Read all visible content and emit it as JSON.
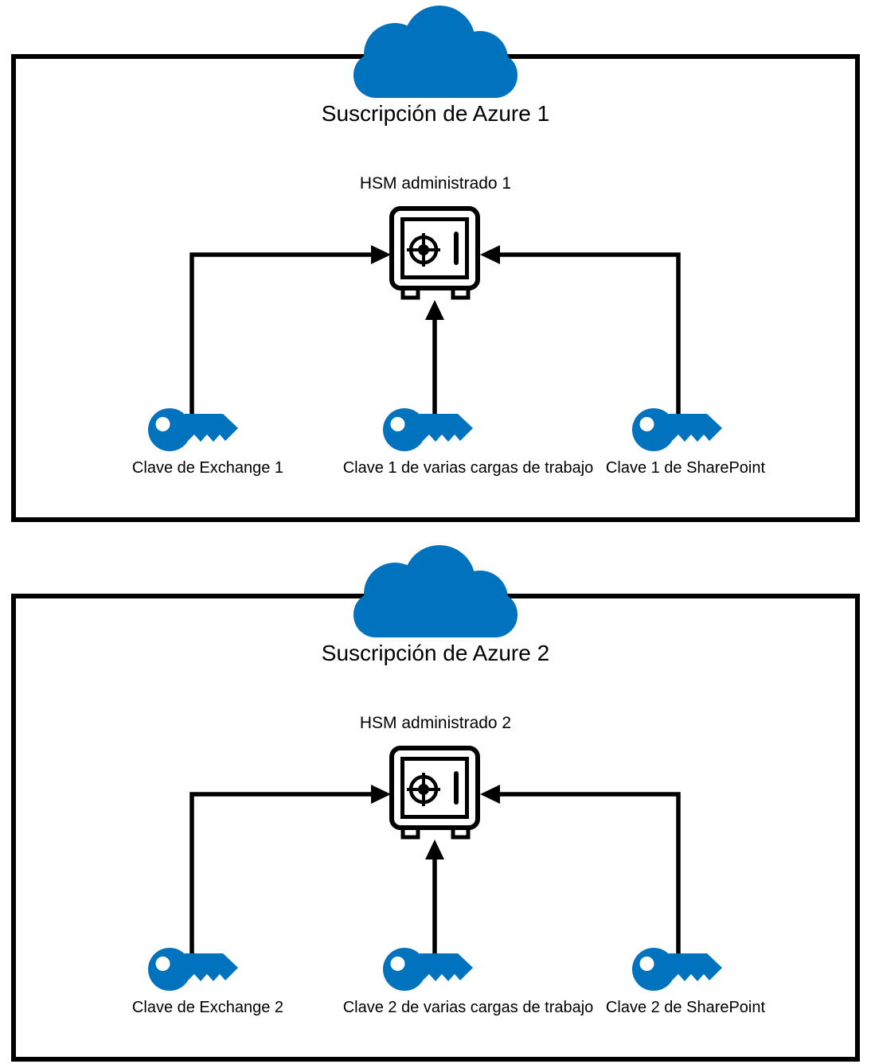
{
  "colors": {
    "azure_blue": "#0072BE",
    "line_black": "#000000",
    "background": "#FFFFFF",
    "text": "#000000"
  },
  "icons": {
    "cloud": "azure-cloud-icon",
    "hsm": "safe-vault-icon",
    "key": "key-icon",
    "arrow": "arrow-connector"
  },
  "sections": [
    {
      "title": "Suscripción de Azure 1",
      "hsm": {
        "label": "HSM administrado 1"
      },
      "keys": [
        {
          "label": "Clave de Exchange 1"
        },
        {
          "label": "Clave 1 de varias cargas de trabajo"
        },
        {
          "label": "Clave 1 de SharePoint"
        }
      ]
    },
    {
      "title": "Suscripción de Azure 2",
      "hsm": {
        "label": "HSM administrado 2"
      },
      "keys": [
        {
          "label": "Clave de Exchange 2"
        },
        {
          "label": "Clave 2 de varias cargas de trabajo"
        },
        {
          "label": "Clave 2 de SharePoint"
        }
      ]
    }
  ]
}
